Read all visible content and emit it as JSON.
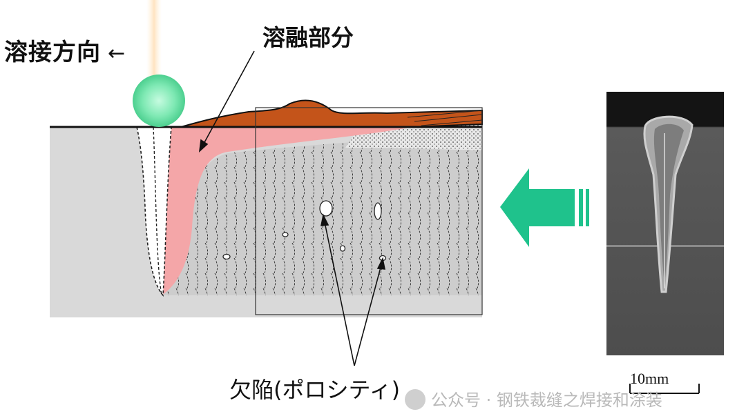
{
  "labels": {
    "direction": "溶接方向",
    "direction_arrow": "←",
    "molten_part": "溶融部分",
    "defect": "欠陥(ポロシティ)",
    "scale": "10mm"
  },
  "watermark": "公众号 · 钢铁裁缝之焊接和涂装",
  "colors": {
    "base_metal": "#d9d9d9",
    "fusion_zone": "#f4a6a8",
    "reinforcement": "#c4541a",
    "arc_glow": "#5fe0a0",
    "big_arrow": "#1fc28c",
    "weld_hatch": "#c9c9c9"
  },
  "icons": {
    "direction_arrow": "left-arrow-icon",
    "big_arrow": "right-pointing-arrow-icon"
  }
}
